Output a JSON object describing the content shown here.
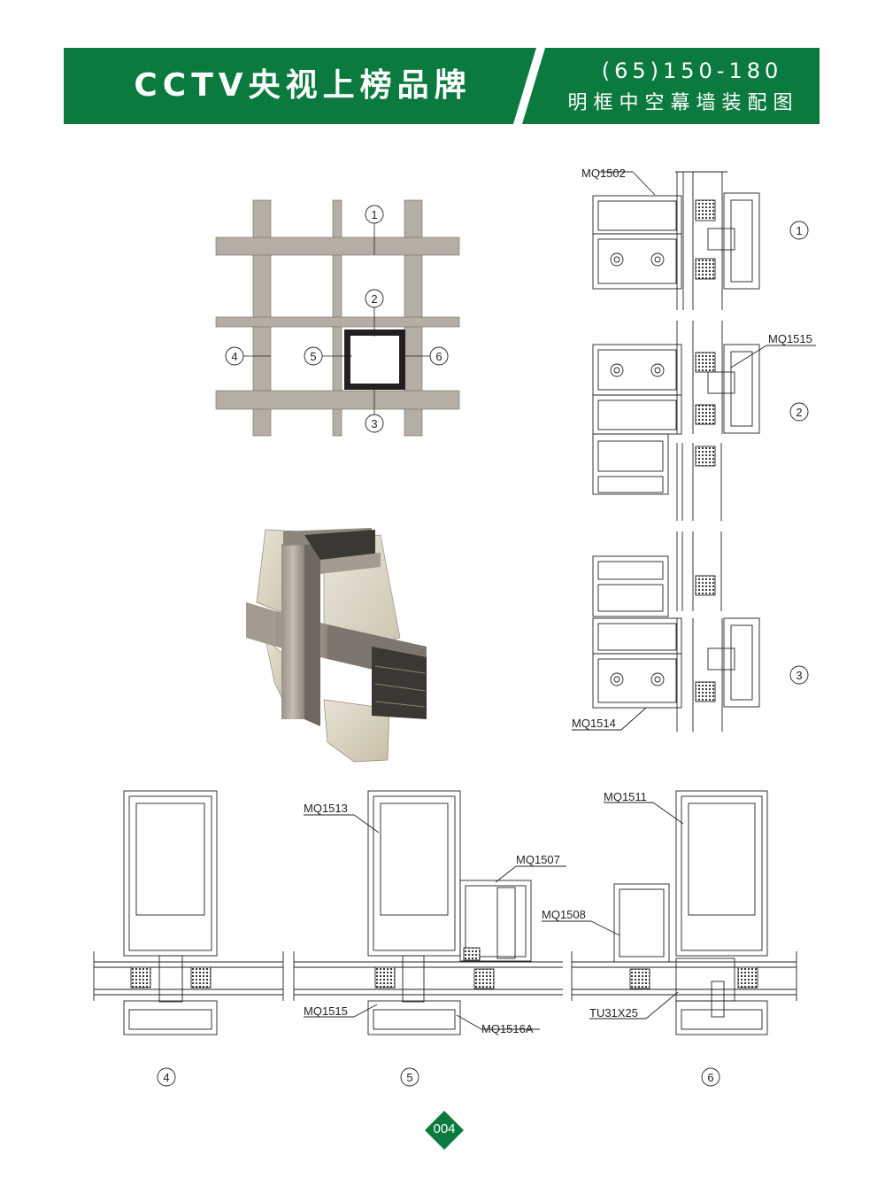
{
  "header": {
    "brand": "CCTV央视上榜品牌",
    "spec_line1": "(65)150-180",
    "spec_line2": "明框中空幕墙装配图",
    "green": "#0b7a3e"
  },
  "grid_view": {
    "callouts": [
      "1",
      "2",
      "3",
      "4",
      "5",
      "6"
    ]
  },
  "sections_right": {
    "part_labels": [
      "MQ1502",
      "MQ1515",
      "MQ1514"
    ],
    "callouts": [
      "1",
      "2",
      "3"
    ]
  },
  "sections_bottom": {
    "part_labels": [
      "MQ1513",
      "MQ1507",
      "MQ1508",
      "MQ1511",
      "MQ1515",
      "MQ1516A",
      "TU31X25"
    ],
    "callouts": [
      "4",
      "5",
      "6"
    ]
  },
  "page_number": "004",
  "colors": {
    "profile": "#b5aea4",
    "glass": "#c9c2ad",
    "line": "#231f20"
  }
}
